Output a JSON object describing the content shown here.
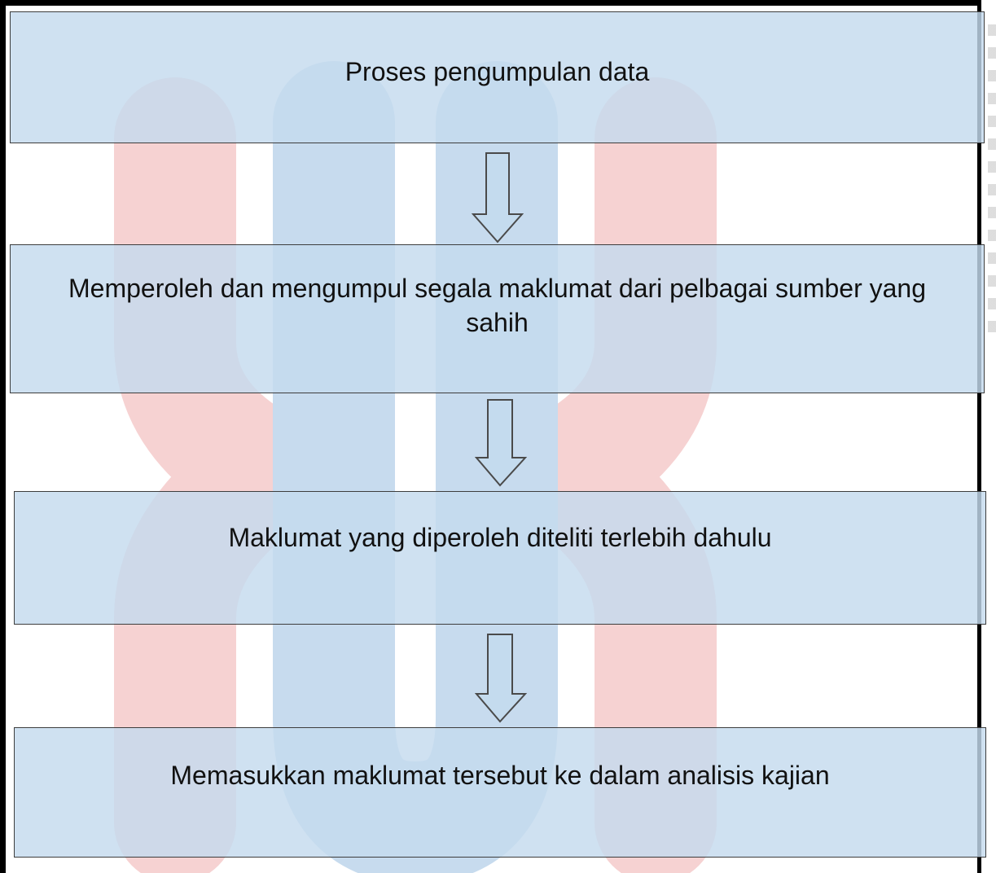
{
  "diagram": {
    "steps": [
      {
        "label": "Proses pengumpulan data"
      },
      {
        "label": "Memperoleh dan mengumpul segala maklumat dari pelbagai sumber yang sahih"
      },
      {
        "label": "Maklumat yang diperoleh diteliti terlebih dahulu"
      },
      {
        "label": "Memasukkan maklumat tersebut ke dalam analisis kajian"
      }
    ],
    "colors": {
      "box_fill": "#c4dbee",
      "box_border": "#3d3d3d",
      "arrow_fill": "#c4dbee",
      "arrow_stroke": "#4a4a4a",
      "watermark_red": "#f3c9c9",
      "watermark_blue": "#bcd4ea",
      "frame": "#000000"
    },
    "watermark": {
      "icon": "uthm-logo-watermark"
    }
  }
}
